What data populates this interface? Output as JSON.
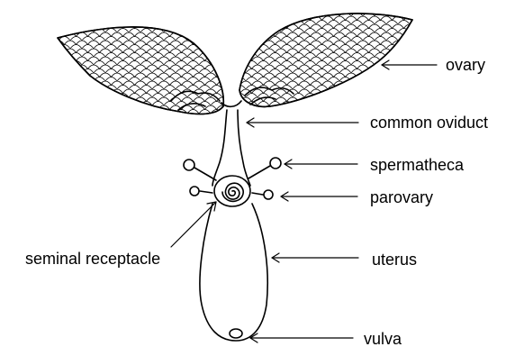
{
  "labels": {
    "ovary": "ovary",
    "common_oviduct": "common oviduct",
    "spermatheca": "spermatheca",
    "parovary": "parovary",
    "seminal_receptacle": "seminal receptacle",
    "uterus": "uterus",
    "vulva": "vulva"
  },
  "colors": {
    "ink": "#000000",
    "background": "#ffffff"
  }
}
